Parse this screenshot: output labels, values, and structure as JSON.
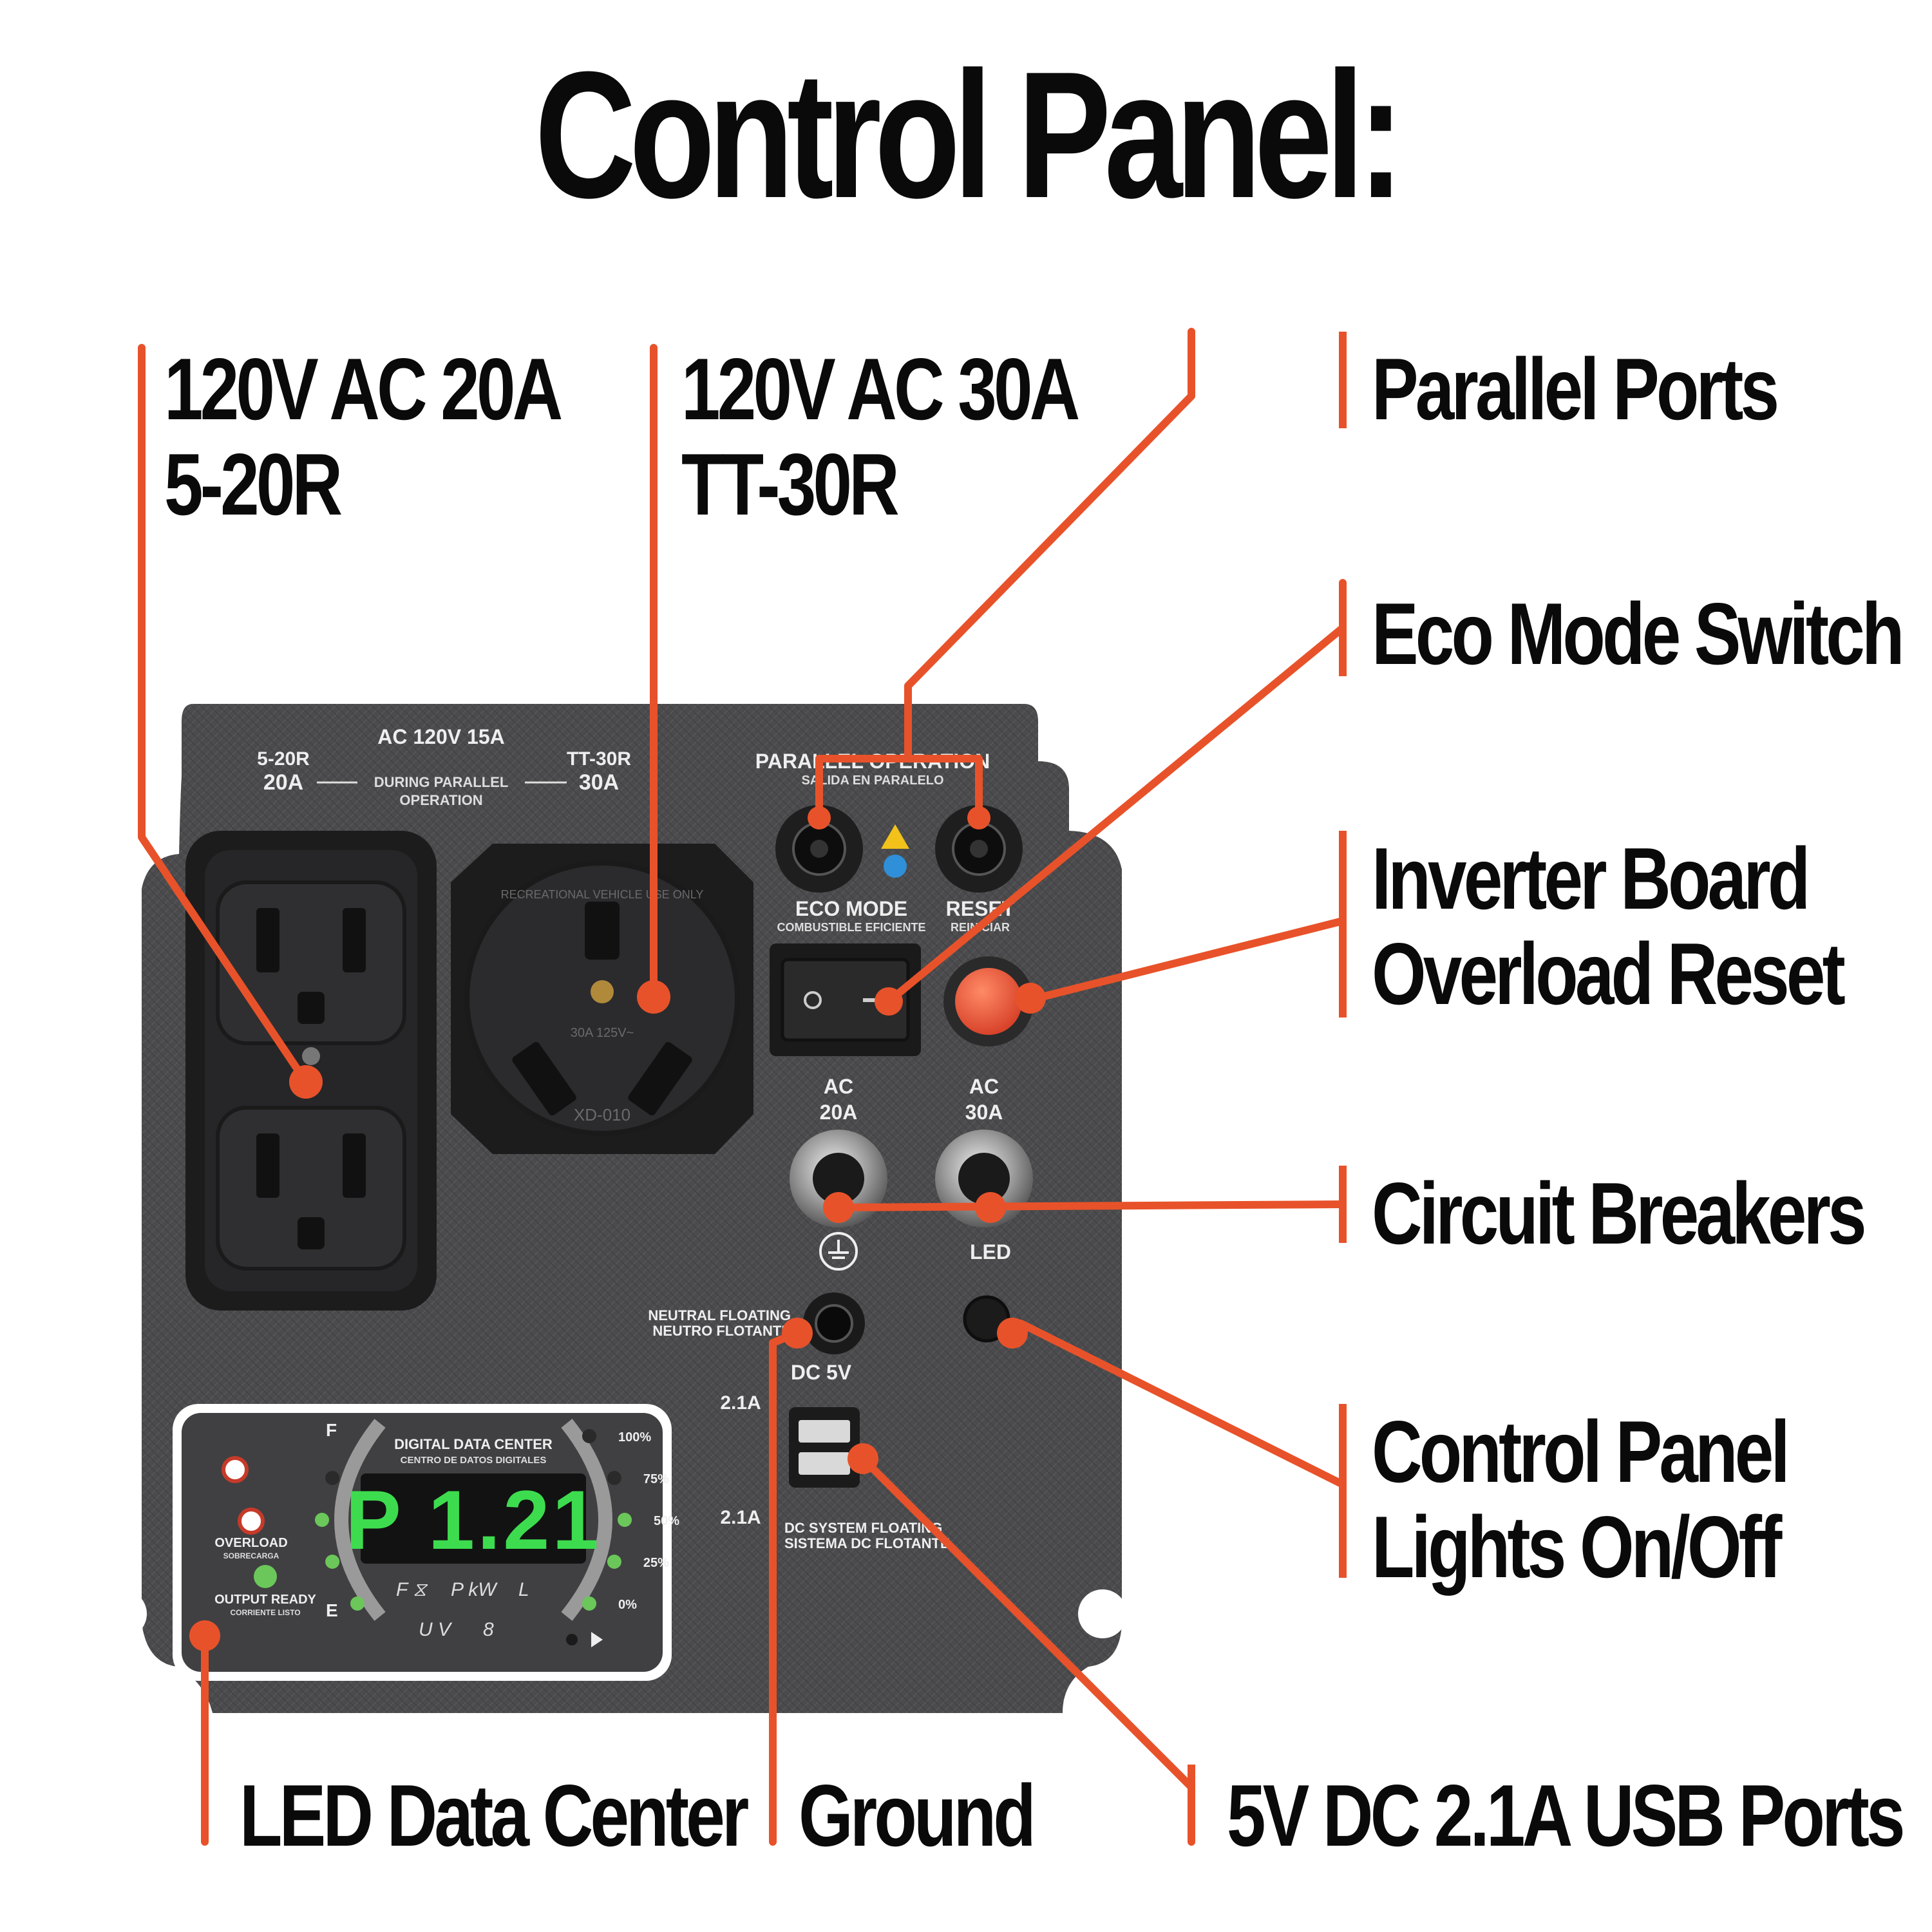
{
  "title": "Control Panel:",
  "callouts": {
    "outlet_20a": [
      "120V AC 20A",
      "5-20R"
    ],
    "outlet_30a": [
      "120V AC 30A",
      "TT-30R"
    ],
    "parallel_ports": [
      "Parallel Ports"
    ],
    "eco_mode_switch": [
      "Eco Mode Switch"
    ],
    "overload_reset": [
      "Inverter Board",
      "Overload Reset"
    ],
    "circuit_breakers": [
      "Circuit Breakers"
    ],
    "panel_lights": [
      "Control Panel",
      "Lights On/Off"
    ],
    "led_data_center": [
      "LED Data Center"
    ],
    "ground": [
      "Ground"
    ],
    "usb_ports": [
      "5V DC 2.1A USB Ports"
    ]
  },
  "panel": {
    "ac_header": "AC 120V 15A",
    "left_outlet_type": "5-20R",
    "left_outlet_amps": "20A",
    "right_outlet_type": "TT-30R",
    "right_outlet_amps": "30A",
    "parallel_note_1": "DURING PARALLEL",
    "parallel_note_2": "OPERATION",
    "parallel_operation": "PARALLEL OPERATION",
    "parallel_operation_es": "SALIDA EN PARALELO",
    "eco_mode": "ECO MODE",
    "eco_mode_es": "COMBUSTIBLE EFICIENTE",
    "reset": "RESET",
    "reset_es": "REINICIAR",
    "breaker_20_l1": "AC",
    "breaker_20_l2": "20A",
    "breaker_30_l1": "AC",
    "breaker_30_l2": "30A",
    "led_label": "LED",
    "neutral_floating": "NEUTRAL FLOATING",
    "neutral_floating_es": "NEUTRO FLOTANTE",
    "dc_5v": "DC 5V",
    "usb_top_amps": "2.1A",
    "usb_bottom_amps": "2.1A",
    "dc_system_floating": "DC SYSTEM FLOATING",
    "dc_system_floating_es": "SISTEMA DC FLOTANTE",
    "receptacle_ring_text": "RECREATIONAL VEHICLE USE ONLY",
    "receptacle_model": "XD-010",
    "receptacle_rating": "30A 125V~"
  },
  "data_center": {
    "title": "DIGITAL DATA CENTER",
    "title_es": "CENTRO DE DATOS DIGITALES",
    "display_value": "P 1.21",
    "fuel_full": "F",
    "fuel_empty": "E",
    "overload": "OVERLOAD",
    "overload_es": "SOBRECARGA",
    "output_ready": "OUTPUT READY",
    "output_ready_es": "CORRIENTE LISTO",
    "load_levels": [
      "100%",
      "75%",
      "50%",
      "25%",
      "0%"
    ],
    "load_level_current": 0.5,
    "fuel_level_current": 0.5,
    "mode_icons": [
      "F ⧖",
      "P kW",
      "L",
      "U V",
      "8"
    ]
  },
  "colors": {
    "accent_line": "#e8522a",
    "panel_fill": "#4a4a4c",
    "display_digits": "#3ddc4f",
    "reset_button": "#ec5a3a",
    "title_text": "#0a0a0a"
  }
}
